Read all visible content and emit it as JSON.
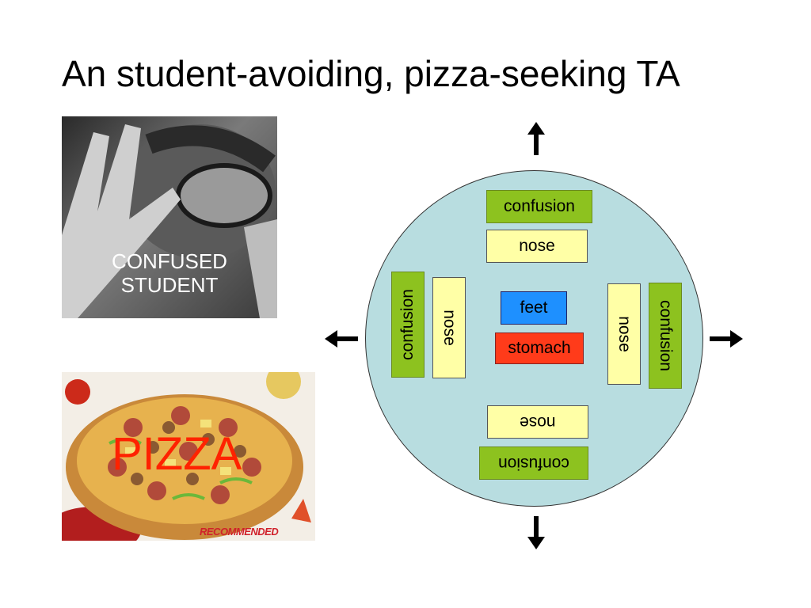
{
  "slide": {
    "title": "An student-avoiding, pizza-seeking TA"
  },
  "photos": {
    "student_caption": "CONFUSED\nSTUDENT",
    "pizza_caption": "PIZZA",
    "pizza_badge": "RECOMMENDED"
  },
  "diagram": {
    "top": {
      "outer": "confusion",
      "inner": "nose"
    },
    "left": {
      "outer": "confusion",
      "inner": "nose"
    },
    "right": {
      "outer": "confusion",
      "inner": "nose"
    },
    "bottom": {
      "outer": "confusion",
      "inner": "nose"
    },
    "center": {
      "feet": "feet",
      "stomach": "stomach"
    },
    "arrows": [
      "up",
      "left",
      "right",
      "down"
    ]
  },
  "colors": {
    "circle": "#b8dde0",
    "confusion": "#8dc21f",
    "nose": "#ffffa6",
    "feet": "#1e90ff",
    "stomach": "#ff3b1a",
    "pizza_text": "#ff2200"
  }
}
